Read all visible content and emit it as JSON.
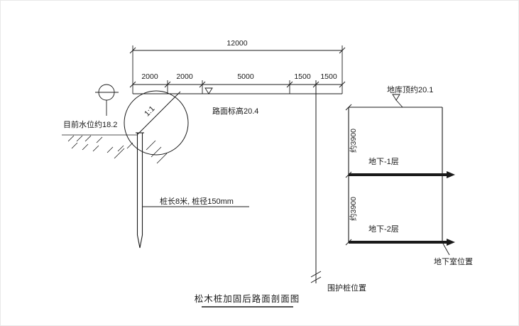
{
  "drawing": {
    "title": "松木桩加固后路面剖面图",
    "dim_total": "12000",
    "dim_segments": [
      "2000",
      "2000",
      "5000",
      "1500",
      "1500"
    ],
    "slope_ratio": "1:1",
    "water_level_label": "目前水位约18.2",
    "road_elevation_label": "路面标高20.4",
    "pile_spec_label": "桩长8米, 桩径150mm",
    "garage_top_label": "地库顶约20.1",
    "level1_height": "约3900",
    "level2_height": "约3900",
    "floor1_label": "地下-1层",
    "floor2_label": "地下-2层",
    "basement_label": "地下室位置",
    "retaining_pile_label": "围护桩位置"
  },
  "colors": {
    "line": "#1a1a1a",
    "background": "#ffffff"
  }
}
